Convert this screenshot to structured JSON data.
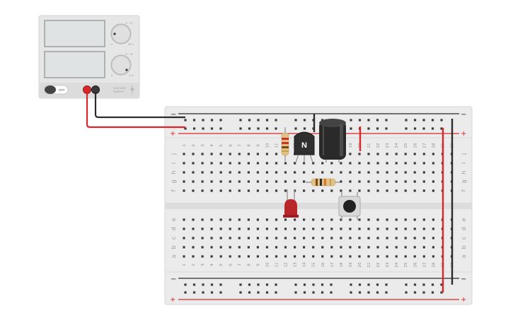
{
  "power_supply": {
    "knob1_label": "⊙ ⊣C",
    "knob1_scale_min": "0",
    "knob1_scale_max": "30 V",
    "knob2_label": "⊙ ⊣Ω",
    "knob2_scale_min": "0",
    "knob2_scale_max": "5 A",
    "off_label": "OFF",
    "supply_label_line1": "VOLTAGE",
    "supply_label_line2": "SUPPLY"
  },
  "breadboard": {
    "columns": [
      "1",
      "2",
      "3",
      "4",
      "5",
      "6",
      "7",
      "8",
      "9",
      "10",
      "11",
      "12",
      "13",
      "14",
      "15",
      "16",
      "17",
      "18",
      "19",
      "20",
      "21",
      "22",
      "23",
      "24",
      "25",
      "26",
      "27",
      "28",
      "29",
      "30"
    ],
    "rows_top": [
      "j",
      "i",
      "h",
      "g",
      "f"
    ],
    "rows_bottom": [
      "e",
      "d",
      "c",
      "b",
      "a"
    ],
    "rail_minus": "−",
    "rail_plus": "+"
  },
  "transistor": {
    "label": "N"
  },
  "colors": {
    "wire_red": "#d9262a",
    "wire_black": "#2b2b2b",
    "board": "#ebebeb",
    "psu_body": "#e6e6e6",
    "lcd": "#dfe3e4",
    "led": "#b8262a",
    "capacitor": "#2a2a2a",
    "resistor": "#e1c185"
  },
  "icons": [
    "power-supply",
    "voltage-knob",
    "current-knob",
    "power-switch",
    "lightning-icon",
    "npn-transistor",
    "electrolytic-capacitor",
    "resistor",
    "red-led",
    "pushbutton"
  ]
}
